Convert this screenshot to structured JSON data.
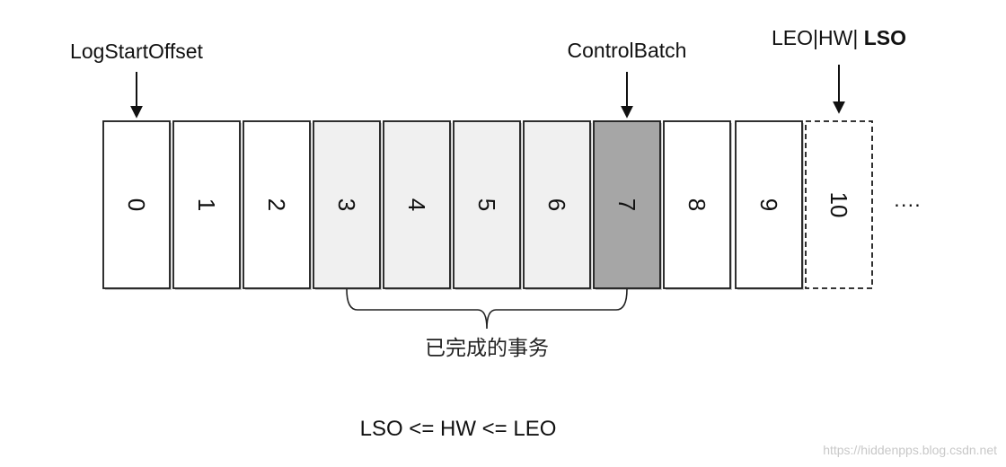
{
  "colors": {
    "cell_default": "#ffffff",
    "cell_completed": "#f0f0f0",
    "cell_control": "#a6a6a6",
    "stroke": "#1a1a1a",
    "shadow": "#9a9a9a"
  },
  "log": {
    "cells": [
      {
        "label": "0",
        "style": "default"
      },
      {
        "label": "1",
        "style": "default"
      },
      {
        "label": "2",
        "style": "default"
      },
      {
        "label": "3",
        "style": "completed"
      },
      {
        "label": "4",
        "style": "completed"
      },
      {
        "label": "5",
        "style": "completed"
      },
      {
        "label": "6",
        "style": "completed"
      },
      {
        "label": "7",
        "style": "control"
      },
      {
        "label": "8",
        "style": "default"
      },
      {
        "label": "9",
        "style": "default"
      },
      {
        "label": "10",
        "style": "dashed"
      }
    ],
    "continuation": "····"
  },
  "markers": {
    "log_start_offset": {
      "label": "LogStartOffset",
      "points_to_cell": 0
    },
    "control_batch": {
      "label": "ControlBatch",
      "points_to_cell": 7
    },
    "leo_hw_lso": {
      "label_plain": "LEO|HW| ",
      "label_bold": "LSO",
      "points_to_cell": 10
    }
  },
  "brace": {
    "from_cell": 3,
    "to_cell": 7,
    "label": "已完成的事务"
  },
  "formula": "LSO <= HW <= LEO",
  "watermark": "https://hiddenpps.blog.csdn.net"
}
